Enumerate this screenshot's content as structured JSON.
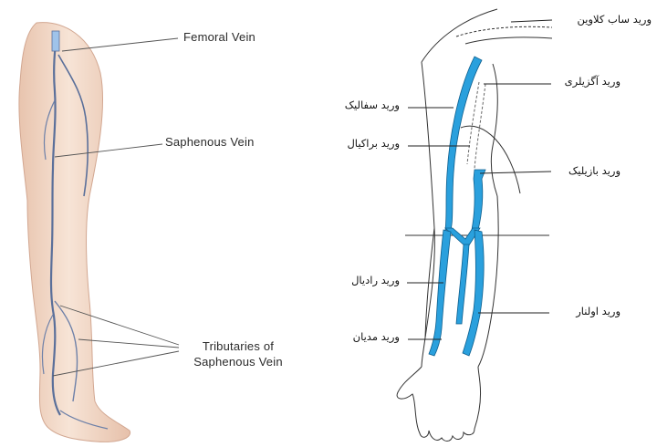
{
  "leg": {
    "labels": {
      "femoral": "Femoral Vein",
      "saphenous": "Saphenous Vein",
      "tributaries_line1": "Tributaries of",
      "tributaries_line2": "Saphenous Vein"
    }
  },
  "arm": {
    "labels": {
      "subclavian": "ورید ساب کلاوین",
      "axillary": "ورید آگزیلری",
      "cephalic": "ورید سفالیک",
      "brachial": "ورید براکیال",
      "basilic": "ورید بازیلیک",
      "radial": "ورید رادیال",
      "ulnar": "ورید اولنار",
      "median": "ورید مدیان"
    }
  },
  "colors": {
    "vein_blue": "#2aa0dd",
    "leg_vein": "#5a6f9a",
    "skin": "#f2d9c8",
    "outline": "#333333"
  }
}
